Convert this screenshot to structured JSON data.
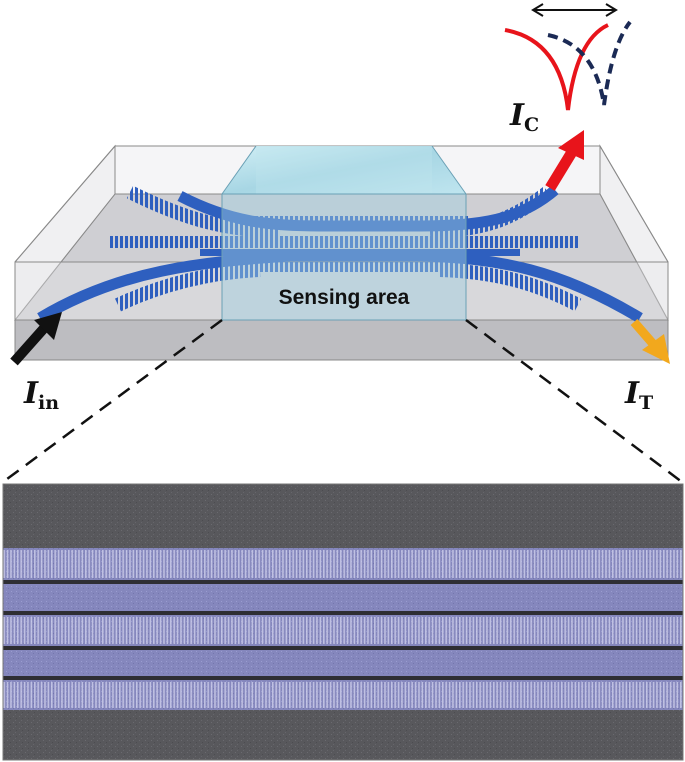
{
  "figure": {
    "sensing_label": "Sensing area",
    "input_label": {
      "symbol": "I",
      "subscript": "in"
    },
    "transmitted_label": {
      "symbol": "I",
      "subscript": "T"
    },
    "coupled_label": {
      "symbol": "I",
      "subscript": "C"
    }
  },
  "colors": {
    "waveguide": "#2e5fbf",
    "waveguide_dark": "#1d3f8a",
    "chip_bottom": "#c8c8cc",
    "sensing_fluid": "#a9d8e6",
    "input_arrow": "#111111",
    "coupled_arrow": "#e8141b",
    "transmitted_arrow": "#f2a81d",
    "spectrum_red": "#e8141b",
    "spectrum_navy": "#1b2a55",
    "sem_background": "#5a5a5e",
    "sem_waveguide": "#8a8cc0"
  },
  "icons": [
    "input-arrow-icon",
    "coupled-arrow-icon",
    "transmitted-arrow-icon",
    "wavelength-shift-arrow-icon"
  ]
}
